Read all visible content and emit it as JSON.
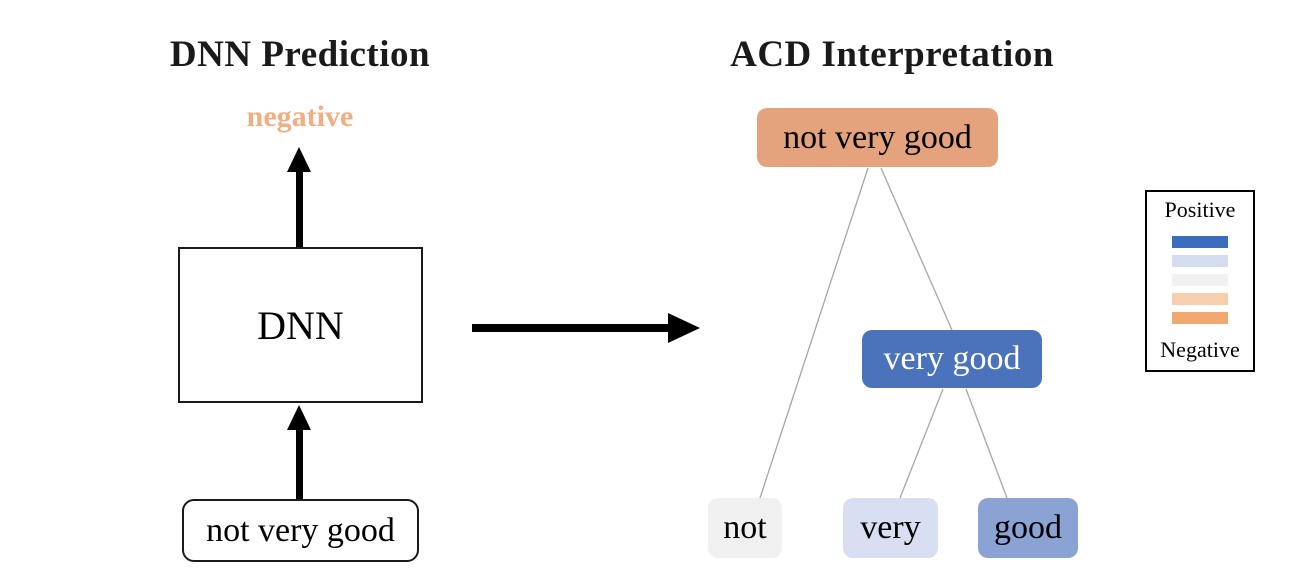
{
  "left_panel": {
    "title": "DNN Prediction",
    "prediction_label": "negative",
    "model_box_label": "DNN",
    "input_box_label": "not very good"
  },
  "right_panel": {
    "title": "ACD Interpretation",
    "tree": {
      "root": {
        "label": "not very good",
        "bg": "#e5a37d",
        "fg": "#000000"
      },
      "mid": {
        "label": "very good",
        "bg": "#4a73bb",
        "fg": "#ffffff"
      },
      "leaves": [
        {
          "label": "not",
          "bg": "#f0f0f1",
          "fg": "#000000"
        },
        {
          "label": "very",
          "bg": "#d8dff2",
          "fg": "#000000"
        },
        {
          "label": "good",
          "bg": "#8ba3d4",
          "fg": "#000000"
        }
      ]
    }
  },
  "legend": {
    "top_label": "Positive",
    "bottom_label": "Negative",
    "colors": [
      "#3c6cbe",
      "#d4ddf0",
      "#f1f1f1",
      "#f7cfae",
      "#f0a971"
    ]
  },
  "colors": {
    "prediction_text": "#f2ae81",
    "arrow": "#000000",
    "tree_line": "#a6a6a6"
  }
}
